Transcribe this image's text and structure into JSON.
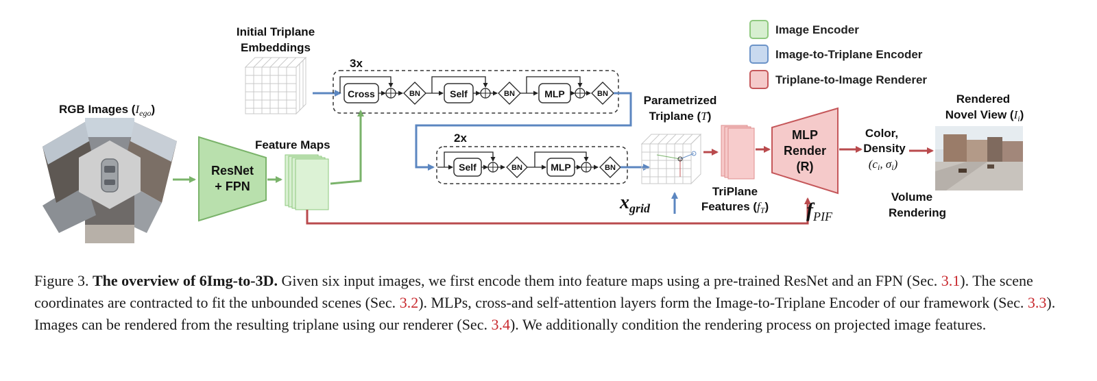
{
  "legend": {
    "image_encoder": "Image Encoder",
    "image_to_triplane": "Image-to-Triplane Encoder",
    "triplane_to_image": "Triplane-to-Image Renderer",
    "colors": {
      "green": "#8ec87e",
      "blue": "#6b93c8",
      "red": "#c5575a"
    }
  },
  "labels": {
    "initial_triplane_l1": "Initial Triplane",
    "initial_triplane_l2": "Embeddings",
    "rgb_images": "RGB Images (",
    "rgb_images_math": "I",
    "rgb_images_sub": "ego",
    "rgb_images_close": ")",
    "resnet_l1": "ResNet",
    "resnet_l2": "+ FPN",
    "feature_maps": "Feature Maps",
    "repeat_top": "3x",
    "repeat_bottom": "2x",
    "cross": "Cross",
    "self": "Self",
    "mlp": "MLP",
    "bn": "BN",
    "param_triplane_l1": "Parametrized",
    "param_triplane_l2": "Triplane (",
    "param_triplane_math": "T",
    "param_triplane_close": ")",
    "x_grid": "x",
    "x_grid_sub": "grid",
    "triplane_features_l1": "TriPlane",
    "triplane_features_l2": "Features (",
    "triplane_features_math": "f",
    "triplane_features_sub": "T",
    "triplane_features_close": ")",
    "mlp_render_l1": "MLP",
    "mlp_render_l2": "Render",
    "mlp_render_l3": "(R)",
    "f_pif": "f",
    "f_pif_sub": "PIF",
    "color_l1": "Color,",
    "color_l2": "Density",
    "color_l3": "(c",
    "color_l3_sub": "i",
    "color_l3_mid": ", σ",
    "color_l3_sub2": "i",
    "color_l3_close": ")",
    "volume_l1": "Volume",
    "volume_l2": "Rendering",
    "rendered_l1": "Rendered",
    "rendered_l2": "Novel View (",
    "rendered_math": "I",
    "rendered_sub": "i",
    "rendered_close": ")"
  },
  "caption": {
    "figure_label": "Figure 3.",
    "title": "The overview of 6Img-to-3D.",
    "s1": " Given six input images, we first encode them into feature maps using a pre-trained ResNet and an FPN (Sec. ",
    "r1": "3.1",
    "s2": "). The scene coordinates are contracted to fit the unbounded scenes (Sec. ",
    "r2": "3.2",
    "s3": "). MLPs, cross-and self-attention layers form the Image-to-Triplane Encoder of our framework (Sec. ",
    "r3": "3.3",
    "s4": "). Images can be rendered from the resulting triplane using our renderer (Sec. ",
    "r4": "3.4",
    "s5": "). We additionally condition the rendering process on projected image features."
  }
}
